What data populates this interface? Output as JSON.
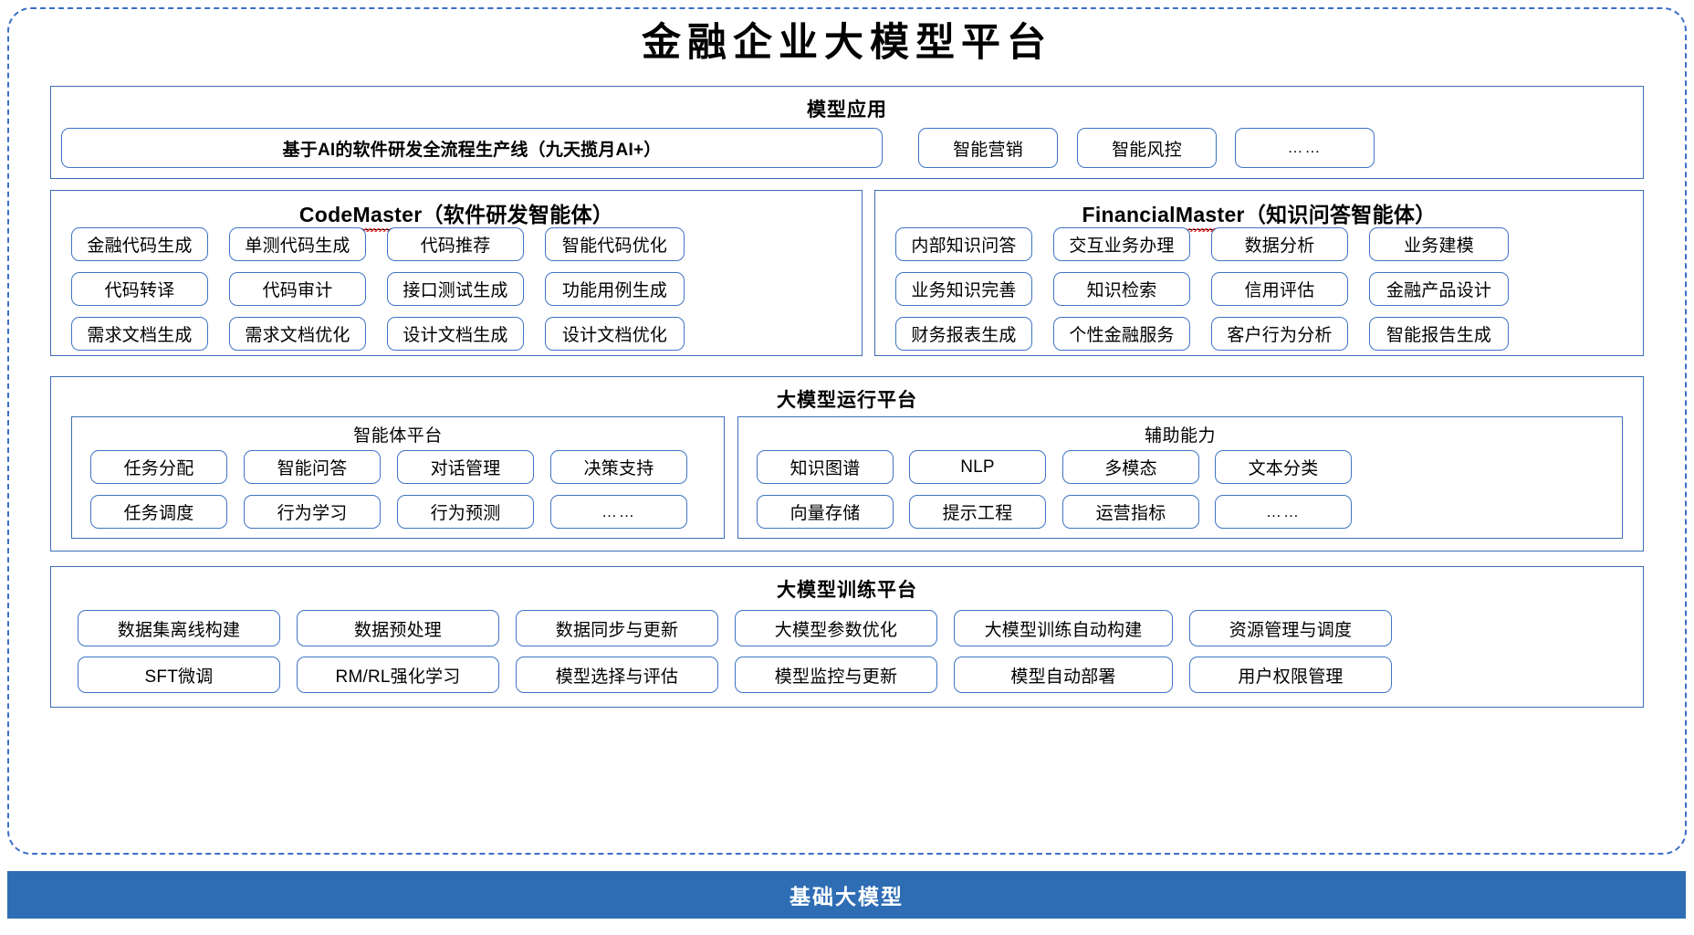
{
  "title": "金融企业大模型平台",
  "colors": {
    "frame_dash": "#3B6FC9",
    "panel_border": "#3C6FB5",
    "pill_border": "#3F74C4",
    "base_bar_bg": "#2E6DB4",
    "base_bar_text": "#FFFFFF",
    "spellcheck_squiggle": "#E03131"
  },
  "application_layer": {
    "title": "模型应用",
    "primary_item": "基于AI的软件研发全流程生产线（九天揽月AI+）",
    "items": [
      "智能营销",
      "智能风控",
      "……"
    ]
  },
  "agents": [
    {
      "name_en": "CodeMaster",
      "name_cn": "（软件研发智能体）",
      "items": [
        "金融代码生成",
        "单测代码生成",
        "代码推荐",
        "智能代码优化",
        "代码转译",
        "代码审计",
        "接口测试生成",
        "功能用例生成",
        "需求文档生成",
        "需求文档优化",
        "设计文档生成",
        "设计文档优化"
      ]
    },
    {
      "name_en": "FinancialMaster",
      "name_cn": "（知识问答智能体）",
      "items": [
        "内部知识问答",
        "交互业务办理",
        "数据分析",
        "业务建模",
        "业务知识完善",
        "知识检索",
        "信用评估",
        "金融产品设计",
        "财务报表生成",
        "个性金融服务",
        "客户行为分析",
        "智能报告生成"
      ]
    }
  ],
  "runtime_platform": {
    "title": "大模型运行平台",
    "subpanels": [
      {
        "title": "智能体平台",
        "items": [
          "任务分配",
          "智能问答",
          "对话管理",
          "决策支持",
          "任务调度",
          "行为学习",
          "行为预测",
          "……"
        ]
      },
      {
        "title": "辅助能力",
        "items": [
          "知识图谱",
          "NLP",
          "多模态",
          "文本分类",
          "向量存储",
          "提示工程",
          "运营指标",
          "……"
        ]
      }
    ]
  },
  "training_platform": {
    "title": "大模型训练平台",
    "items": [
      "数据集离线构建",
      "数据预处理",
      "数据同步与更新",
      "大模型参数优化",
      "大模型训练自动构建",
      "资源管理与调度",
      "SFT微调",
      "RM/RL强化学习",
      "模型选择与评估",
      "模型监控与更新",
      "模型自动部署",
      "用户权限管理"
    ]
  },
  "foundation": {
    "label": "基础大模型"
  }
}
